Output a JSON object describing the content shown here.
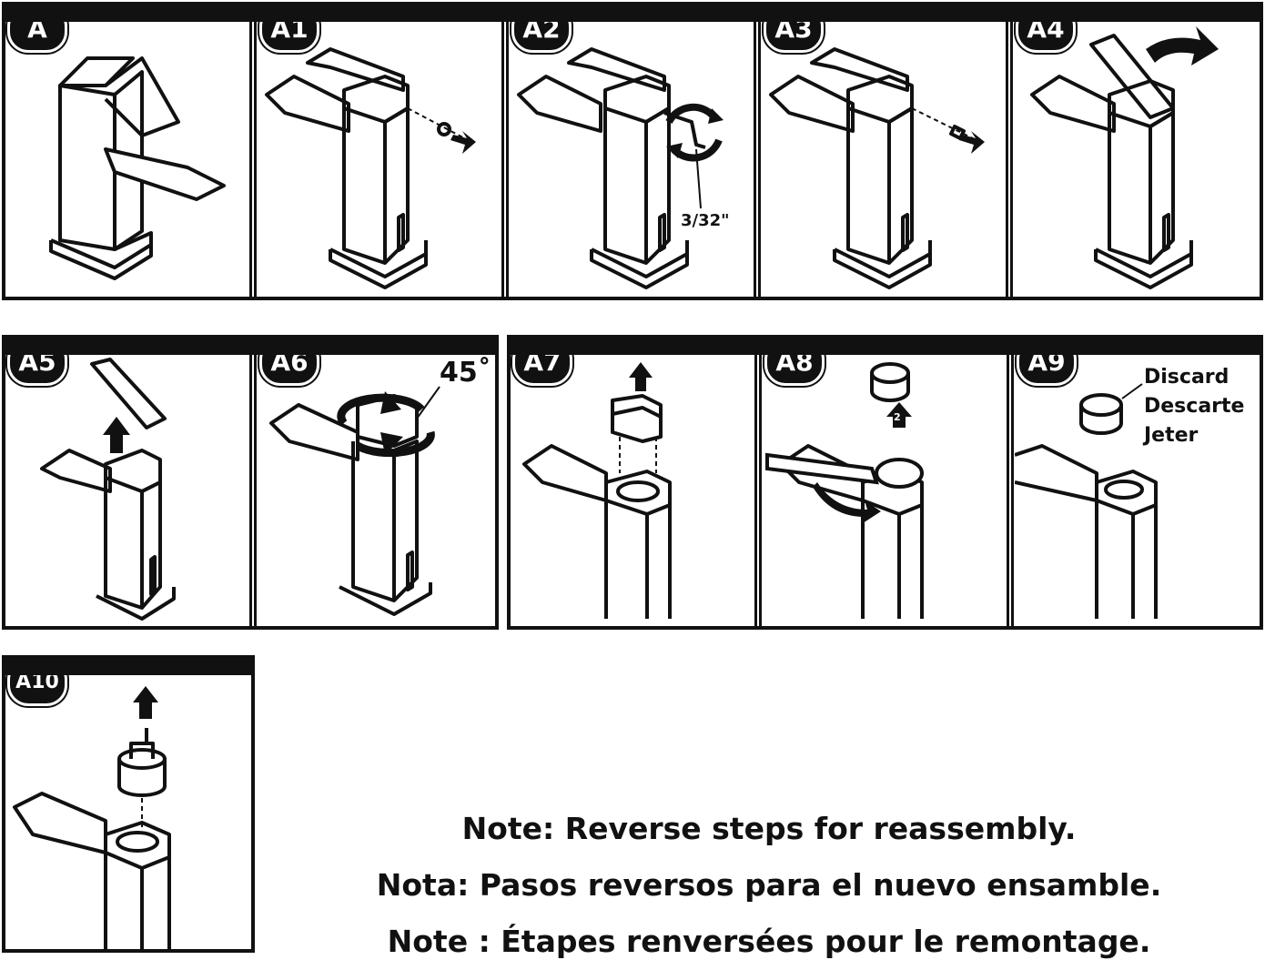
{
  "steps": {
    "a": "A",
    "a1": "A1",
    "a2": "A2",
    "a3": "A3",
    "a4": "A4",
    "a5": "A5",
    "a6": "A6",
    "a7": "A7",
    "a8": "A8",
    "a9": "A9",
    "a10": "A10"
  },
  "labels": {
    "hex_key_size": "3/32\"",
    "rotation_angle": "45˚",
    "wrench_step": "2",
    "discard": [
      "Discard",
      "Descarte",
      "Jeter"
    ]
  },
  "notes": [
    "Note: Reverse steps for reassembly.",
    "Nota: Pasos reversos para el nuevo ensamble.",
    "Note : Étapes renversées pour le remontage."
  ],
  "colors": {
    "ink": "#111111",
    "paper": "#ffffff"
  },
  "icons": [
    "arrow-right-icon",
    "arrow-up-icon",
    "rotate-icon",
    "hex-key-icon",
    "wrench-icon"
  ]
}
